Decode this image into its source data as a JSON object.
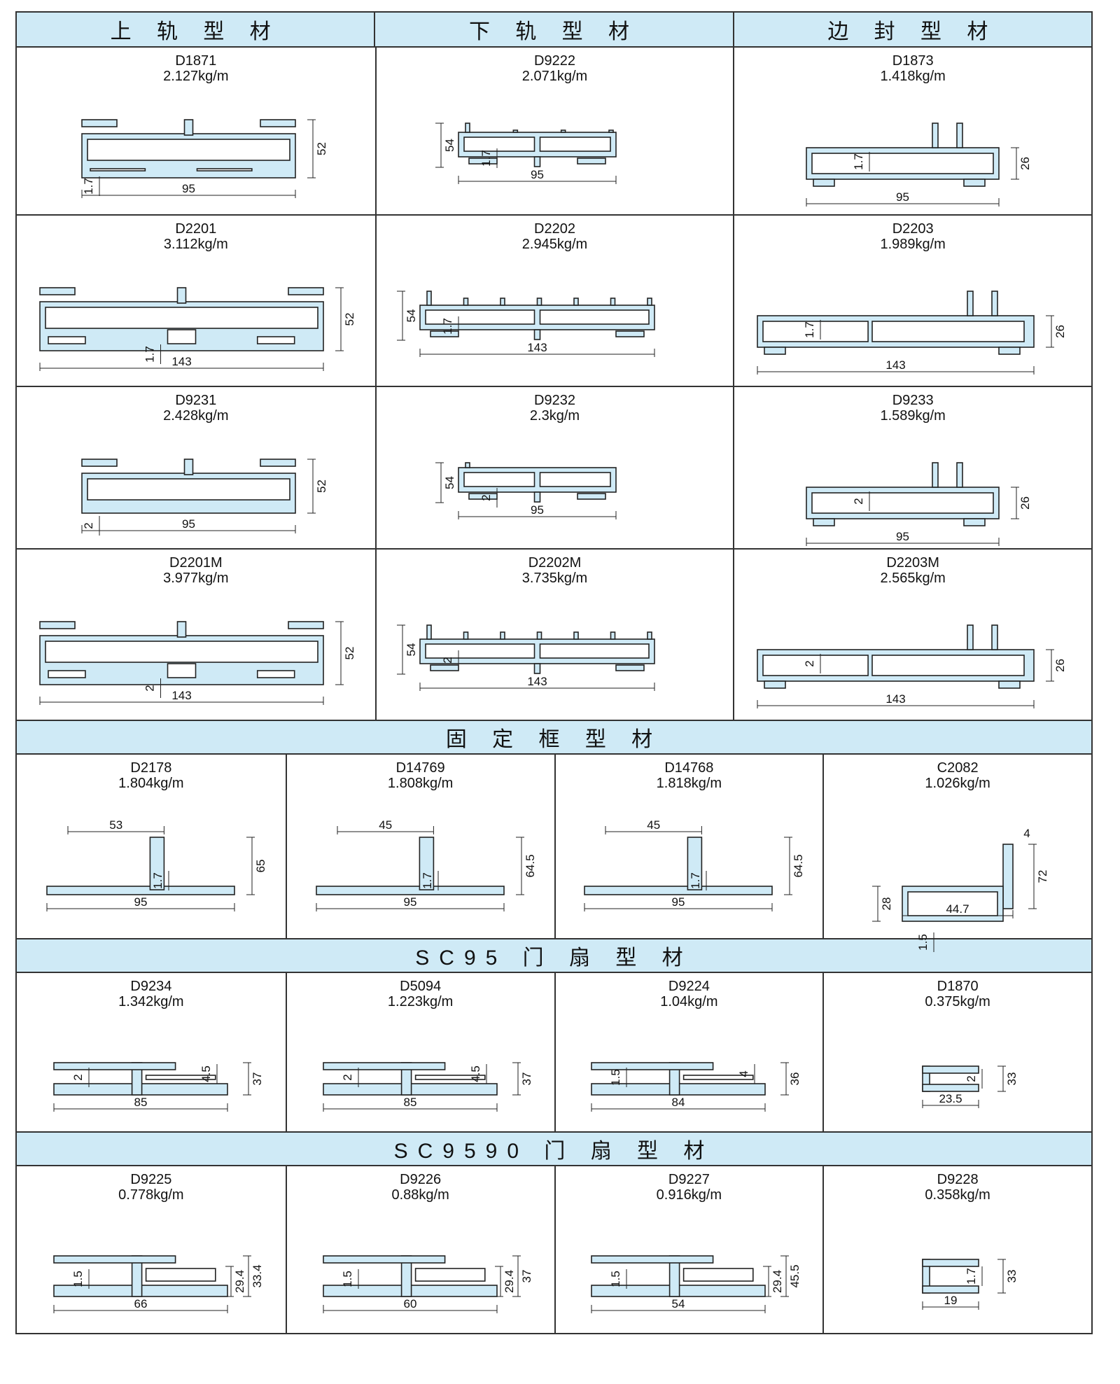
{
  "colors": {
    "header_bg": "#cfeaf6",
    "profile_fill": "#cfeaf6",
    "profile_stroke": "#222222",
    "border": "#333333"
  },
  "rail_headers": [
    "上 轨 型 材",
    "下 轨 型 材",
    "边 封 型 材"
  ],
  "rail_rows": [
    [
      {
        "code": "D1871",
        "weight": "2.127kg/m",
        "kind": "upper",
        "w": "95",
        "h": "52",
        "t": "1.7"
      },
      {
        "code": "D9222",
        "weight": "2.071kg/m",
        "kind": "lower",
        "w": "95",
        "h": "54",
        "t": "1.7"
      },
      {
        "code": "D1873",
        "weight": "1.418kg/m",
        "kind": "side",
        "w": "95",
        "h": "26",
        "t": "1.7"
      }
    ],
    [
      {
        "code": "D2201",
        "weight": "3.112kg/m",
        "kind": "upper-wide",
        "w": "143",
        "h": "52",
        "t": "1.7"
      },
      {
        "code": "D2202",
        "weight": "2.945kg/m",
        "kind": "lower-wide",
        "w": "143",
        "h": "54",
        "t": "1.7"
      },
      {
        "code": "D2203",
        "weight": "1.989kg/m",
        "kind": "side-wide",
        "w": "143",
        "h": "26",
        "t": "1.7"
      }
    ],
    [
      {
        "code": "D9231",
        "weight": "2.428kg/m",
        "kind": "upper",
        "w": "95",
        "h": "52",
        "t": "2"
      },
      {
        "code": "D9232",
        "weight": "2.3kg/m",
        "kind": "lower",
        "w": "95",
        "h": "54",
        "t": "2"
      },
      {
        "code": "D9233",
        "weight": "1.589kg/m",
        "kind": "side",
        "w": "95",
        "h": "26",
        "t": "2"
      }
    ],
    [
      {
        "code": "D2201M",
        "weight": "3.977kg/m",
        "kind": "upper-wide",
        "w": "143",
        "h": "52",
        "t": "2"
      },
      {
        "code": "D2202M",
        "weight": "3.735kg/m",
        "kind": "lower-wide",
        "w": "143",
        "h": "54",
        "t": "2"
      },
      {
        "code": "D2203M",
        "weight": "2.565kg/m",
        "kind": "side-wide",
        "w": "143",
        "h": "26",
        "t": "2"
      }
    ]
  ],
  "fixed_title": "固 定 框 型 材",
  "fixed_items": [
    {
      "code": "D2178",
      "weight": "1.804kg/m",
      "kind": "fixed",
      "w": "95",
      "h": "65",
      "t": "1.7",
      "w2": "53"
    },
    {
      "code": "D14769",
      "weight": "1.808kg/m",
      "kind": "fixed",
      "w": "95",
      "h": "64.5",
      "t": "1.7",
      "w2": "45"
    },
    {
      "code": "D14768",
      "weight": "1.818kg/m",
      "kind": "fixed",
      "w": "95",
      "h": "64.5",
      "t": "1.7",
      "w2": "45"
    },
    {
      "code": "C2082",
      "weight": "1.026kg/m",
      "kind": "cframe",
      "w": "44.7",
      "h": "72",
      "t": "1.5",
      "h2": "28",
      "w2": "4"
    }
  ],
  "sc95_title": "SC95 门 扇 型 材",
  "sc95_items": [
    {
      "code": "D9234",
      "weight": "1.342kg/m",
      "kind": "sash",
      "w": "85",
      "h": "37",
      "t": "2",
      "t2": "4.5"
    },
    {
      "code": "D5094",
      "weight": "1.223kg/m",
      "kind": "sash",
      "w": "85",
      "h": "37",
      "t": "2",
      "t2": "4.5"
    },
    {
      "code": "D9224",
      "weight": "1.04kg/m",
      "kind": "sash",
      "w": "84",
      "h": "36",
      "t": "1.5",
      "t2": "4"
    },
    {
      "code": "D1870",
      "weight": "0.375kg/m",
      "kind": "clip",
      "w": "23.5",
      "h": "33",
      "t": "2"
    }
  ],
  "sc9590_title": "SC9590 门 扇 型 材",
  "sc9590_items": [
    {
      "code": "D9225",
      "weight": "0.778kg/m",
      "kind": "sash2",
      "w": "66",
      "h": "33.4",
      "t": "1.5",
      "h2": "29.4"
    },
    {
      "code": "D9226",
      "weight": "0.88kg/m",
      "kind": "sash2",
      "w": "60",
      "h": "37",
      "t": "1.5",
      "h2": "29.4"
    },
    {
      "code": "D9227",
      "weight": "0.916kg/m",
      "kind": "sash3",
      "w": "54",
      "h": "45.5",
      "t": "1.5",
      "h2": "29.4"
    },
    {
      "code": "D9228",
      "weight": "0.358kg/m",
      "kind": "clip",
      "w": "19",
      "h": "33",
      "t": "1.7"
    }
  ]
}
